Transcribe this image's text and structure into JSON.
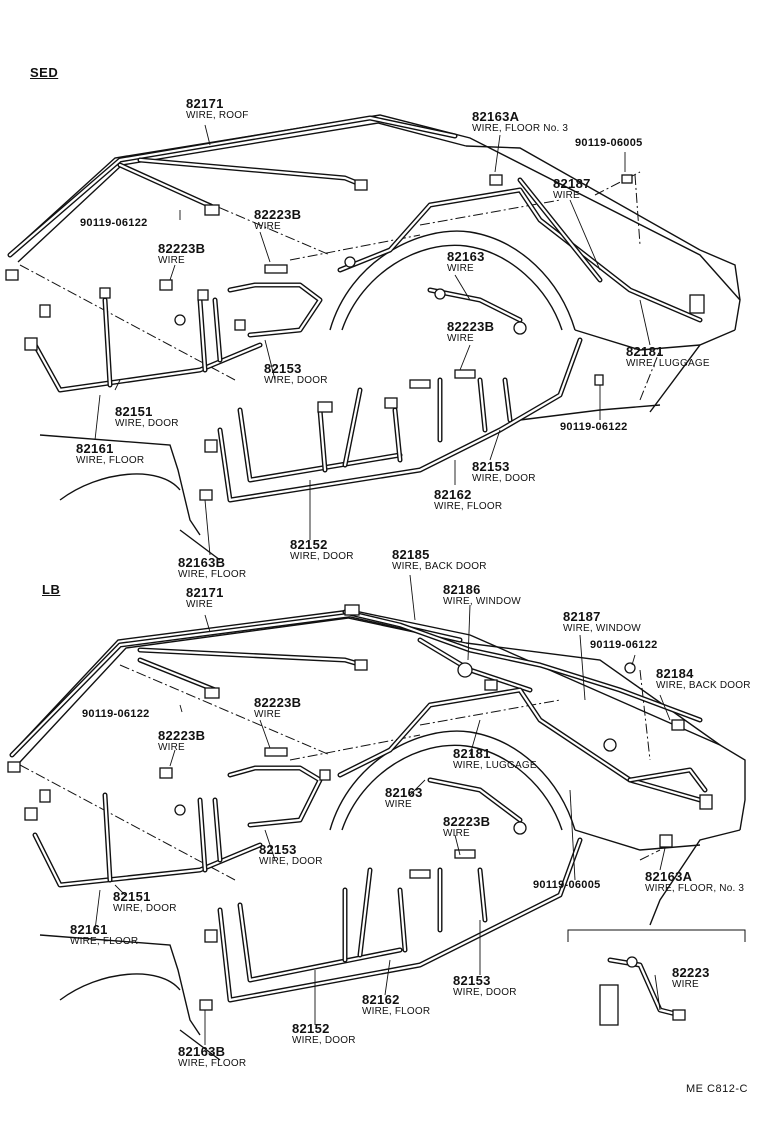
{
  "sections": {
    "sedan": "SED",
    "liftback": "LB"
  },
  "sedan_labels": [
    {
      "part": "82171",
      "desc": "WIRE, ROOF"
    },
    {
      "part": "90119-06122",
      "desc": ""
    },
    {
      "part": "82223B",
      "desc": "WIRE"
    },
    {
      "part": "82223B",
      "desc": "WIRE"
    },
    {
      "part": "82163A",
      "desc": "WIRE, FLOOR No. 3"
    },
    {
      "part": "90119-06005",
      "desc": ""
    },
    {
      "part": "82187",
      "desc": "WIRE"
    },
    {
      "part": "82163",
      "desc": "WIRE"
    },
    {
      "part": "82223B",
      "desc": "WIRE"
    },
    {
      "part": "82153",
      "desc": "WIRE, DOOR"
    },
    {
      "part": "82181",
      "desc": "WIRE, LUGGAGE"
    },
    {
      "part": "82151",
      "desc": "WIRE, DOOR"
    },
    {
      "part": "90119-06122",
      "desc": ""
    },
    {
      "part": "82161",
      "desc": "WIRE, FLOOR"
    },
    {
      "part": "82153",
      "desc": "WIRE, DOOR"
    },
    {
      "part": "82162",
      "desc": "WIRE, FLOOR"
    },
    {
      "part": "82152",
      "desc": "WIRE, DOOR"
    },
    {
      "part": "82163B",
      "desc": "WIRE, FLOOR"
    }
  ],
  "liftback_labels": [
    {
      "part": "82185",
      "desc": "WIRE, BACK DOOR"
    },
    {
      "part": "82171",
      "desc": "WIRE"
    },
    {
      "part": "82186",
      "desc": "WIRE, WINDOW"
    },
    {
      "part": "82187",
      "desc": "WIRE, WINDOW"
    },
    {
      "part": "90119-06122",
      "desc": ""
    },
    {
      "part": "82184",
      "desc": "WIRE, BACK DOOR"
    },
    {
      "part": "90119-06122",
      "desc": ""
    },
    {
      "part": "82223B",
      "desc": "WIRE"
    },
    {
      "part": "82223B",
      "desc": "WIRE"
    },
    {
      "part": "82181",
      "desc": "WIRE, LUGGAGE"
    },
    {
      "part": "82163",
      "desc": "WIRE"
    },
    {
      "part": "82223B",
      "desc": "WIRE"
    },
    {
      "part": "82153",
      "desc": "WIRE, DOOR"
    },
    {
      "part": "82151",
      "desc": "WIRE, DOOR"
    },
    {
      "part": "90119-06005",
      "desc": ""
    },
    {
      "part": "82163A",
      "desc": "WIRE, FLOOR, No. 3"
    },
    {
      "part": "82161",
      "desc": "WIRE, FLOOR"
    },
    {
      "part": "82223",
      "desc": "WIRE"
    },
    {
      "part": "82153",
      "desc": "WIRE, DOOR"
    },
    {
      "part": "82162",
      "desc": "WIRE, FLOOR"
    },
    {
      "part": "82152",
      "desc": "WIRE, DOOR"
    },
    {
      "part": "82163B",
      "desc": "WIRE, FLOOR"
    }
  ],
  "footer": {
    "code": "ME  C812-C"
  }
}
